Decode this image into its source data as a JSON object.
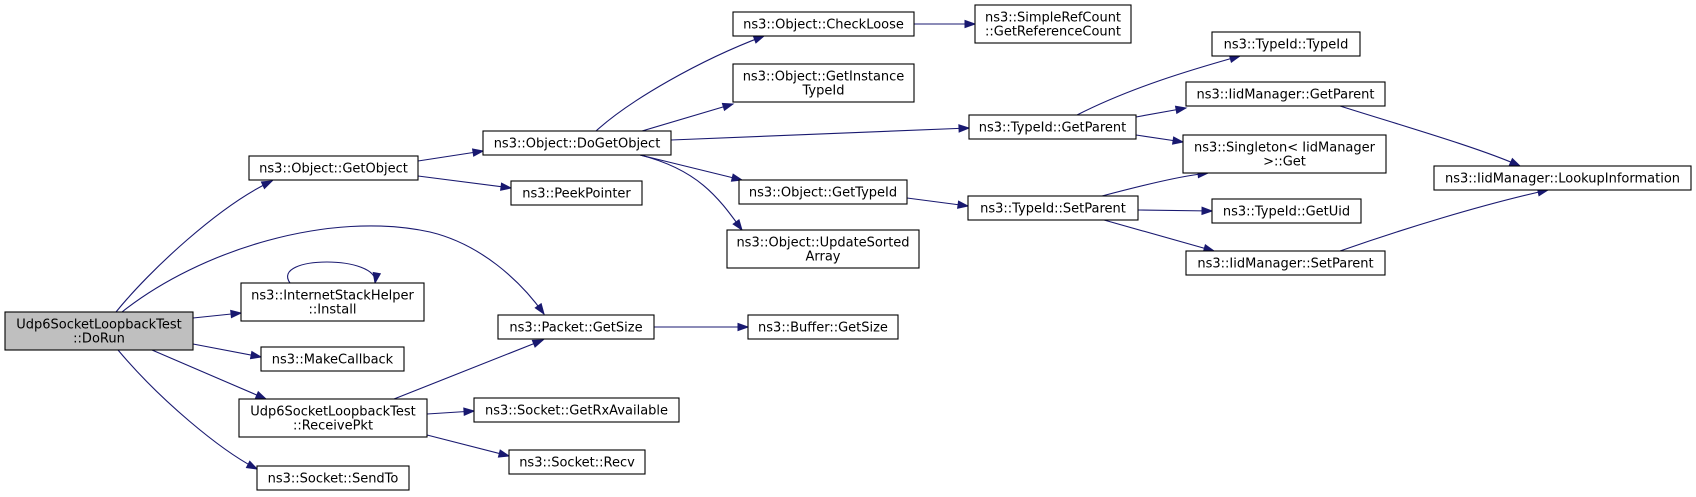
{
  "graph": {
    "edge_color": "#191970",
    "root_fill": "#bfbfbf",
    "nodes": [
      {
        "id": "root",
        "lines": [
          "Udp6SocketLoopbackTest",
          "::DoRun"
        ]
      },
      {
        "id": "getobject",
        "lines": [
          "ns3::Object::GetObject"
        ]
      },
      {
        "id": "dogetobject",
        "lines": [
          "ns3::Object::DoGetObject"
        ]
      },
      {
        "id": "checkloose",
        "lines": [
          "ns3::Object::CheckLoose"
        ]
      },
      {
        "id": "getrefcount",
        "lines": [
          "ns3::SimpleRefCount",
          "::GetReferenceCount"
        ]
      },
      {
        "id": "getinstancetypeid",
        "lines": [
          "ns3::Object::GetInstance",
          "TypeId"
        ]
      },
      {
        "id": "typeid_getparent",
        "lines": [
          "ns3::TypeId::GetParent"
        ]
      },
      {
        "id": "typeid_typeid",
        "lines": [
          "ns3::TypeId::TypeId"
        ]
      },
      {
        "id": "iid_getparent",
        "lines": [
          "ns3::IidManager::GetParent"
        ]
      },
      {
        "id": "singleton_get",
        "lines": [
          "ns3::Singleton< IidManager",
          ">::Get"
        ]
      },
      {
        "id": "lookupinfo",
        "lines": [
          "ns3::IidManager::LookupInformation"
        ]
      },
      {
        "id": "peekpointer",
        "lines": [
          "ns3::PeekPointer"
        ]
      },
      {
        "id": "gettypeid",
        "lines": [
          "ns3::Object::GetTypeId"
        ]
      },
      {
        "id": "setparent",
        "lines": [
          "ns3::TypeId::SetParent"
        ]
      },
      {
        "id": "getuid",
        "lines": [
          "ns3::TypeId::GetUid"
        ]
      },
      {
        "id": "iid_setparent",
        "lines": [
          "ns3::IidManager::SetParent"
        ]
      },
      {
        "id": "updatesorted",
        "lines": [
          "ns3::Object::UpdateSorted",
          "Array"
        ]
      },
      {
        "id": "install",
        "lines": [
          "ns3::InternetStackHelper",
          "::Install"
        ]
      },
      {
        "id": "packet_getsize",
        "lines": [
          "ns3::Packet::GetSize"
        ]
      },
      {
        "id": "buffer_getsize",
        "lines": [
          "ns3::Buffer::GetSize"
        ]
      },
      {
        "id": "makecallback",
        "lines": [
          "ns3::MakeCallback"
        ]
      },
      {
        "id": "receivepkt",
        "lines": [
          "Udp6SocketLoopbackTest",
          "::ReceivePkt"
        ]
      },
      {
        "id": "getrxavailable",
        "lines": [
          "ns3::Socket::GetRxAvailable"
        ]
      },
      {
        "id": "recv",
        "lines": [
          "ns3::Socket::Recv"
        ]
      },
      {
        "id": "sendto",
        "lines": [
          "ns3::Socket::SendTo"
        ]
      }
    ],
    "edges": [
      {
        "from": "root",
        "to": "getobject"
      },
      {
        "from": "root",
        "to": "packet_getsize"
      },
      {
        "from": "root",
        "to": "install"
      },
      {
        "from": "root",
        "to": "makecallback"
      },
      {
        "from": "root",
        "to": "receivepkt"
      },
      {
        "from": "root",
        "to": "sendto"
      },
      {
        "from": "getobject",
        "to": "dogetobject"
      },
      {
        "from": "getobject",
        "to": "peekpointer"
      },
      {
        "from": "dogetobject",
        "to": "checkloose"
      },
      {
        "from": "dogetobject",
        "to": "getinstancetypeid"
      },
      {
        "from": "dogetobject",
        "to": "typeid_getparent"
      },
      {
        "from": "dogetobject",
        "to": "gettypeid"
      },
      {
        "from": "dogetobject",
        "to": "updatesorted"
      },
      {
        "from": "checkloose",
        "to": "getrefcount"
      },
      {
        "from": "typeid_getparent",
        "to": "typeid_typeid"
      },
      {
        "from": "typeid_getparent",
        "to": "iid_getparent"
      },
      {
        "from": "typeid_getparent",
        "to": "singleton_get"
      },
      {
        "from": "iid_getparent",
        "to": "lookupinfo"
      },
      {
        "from": "gettypeid",
        "to": "setparent"
      },
      {
        "from": "setparent",
        "to": "singleton_get"
      },
      {
        "from": "setparent",
        "to": "getuid"
      },
      {
        "from": "setparent",
        "to": "iid_setparent"
      },
      {
        "from": "iid_setparent",
        "to": "lookupinfo"
      },
      {
        "from": "install",
        "to": "install"
      },
      {
        "from": "packet_getsize",
        "to": "buffer_getsize"
      },
      {
        "from": "receivepkt",
        "to": "packet_getsize"
      },
      {
        "from": "receivepkt",
        "to": "getrxavailable"
      },
      {
        "from": "receivepkt",
        "to": "recv"
      }
    ]
  }
}
